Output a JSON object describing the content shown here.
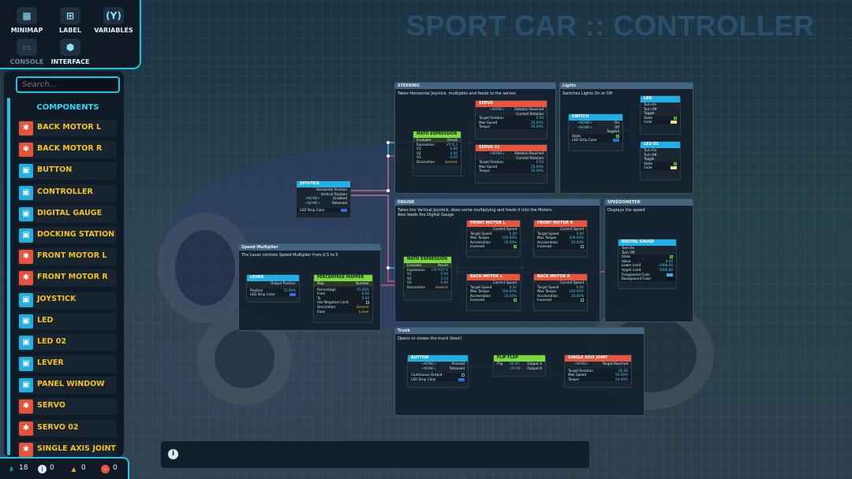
{
  "app": {
    "title": "SPORT CAR :: CONTROLLER"
  },
  "toolbar": {
    "minimap": "MINIMAP",
    "label": "LABEL",
    "variables": "VARIABLES",
    "console": "CONSOLE",
    "interface": "INTERFACE",
    "icons": {
      "minimap": "minimap-icon",
      "label": "label-add-icon",
      "variables": "variables-icon",
      "console": "console-icon",
      "interface": "interface-icon"
    }
  },
  "sidebar": {
    "search_placeholder": "Search...",
    "title": "COMPONENTS",
    "items": [
      {
        "label": "BACK MOTOR L",
        "color": "red"
      },
      {
        "label": "BACK MOTOR R",
        "color": "red"
      },
      {
        "label": "BUTTON",
        "color": "blue"
      },
      {
        "label": "CONTROLLER",
        "color": "blue"
      },
      {
        "label": "DIGITAL GAUGE",
        "color": "blue"
      },
      {
        "label": "DOCKING STATION",
        "color": "blue"
      },
      {
        "label": "FRONT MOTOR L",
        "color": "red"
      },
      {
        "label": "FRONT MOTOR R",
        "color": "red"
      },
      {
        "label": "JOYSTICK",
        "color": "blue"
      },
      {
        "label": "LED",
        "color": "blue"
      },
      {
        "label": "LED 02",
        "color": "blue"
      },
      {
        "label": "LEVER",
        "color": "blue"
      },
      {
        "label": "PANEL WINDOW",
        "color": "blue"
      },
      {
        "label": "SERVO",
        "color": "red"
      },
      {
        "label": "SERVO 02",
        "color": "red"
      },
      {
        "label": "SINGLE AXIS JOINT",
        "color": "red"
      }
    ]
  },
  "status": {
    "links": "18",
    "info": "0",
    "warnings": "0",
    "errors": "0"
  },
  "panels": {
    "steering": {
      "title": "STEERING",
      "desc": "Takes Horizontal Joystick, multiplies and feeds to the servos"
    },
    "lights": {
      "title": "Lights",
      "desc": "Switches Lights On or Off"
    },
    "engine": {
      "title": "ENGINE",
      "desc1": "Takes the Vertical Joystick, does some multiplying and feeds it into the Motors.",
      "desc2": "Also feeds the Digital Gauge"
    },
    "speedometer": {
      "title": "SPEEDOMETER",
      "desc": "Displays the speed"
    },
    "speed_multiplier": {
      "title": "Speed Multiplier",
      "desc": "The Lever controls Speed Multiplier from 0.5 to 5"
    },
    "trunk": {
      "title": "Trunk",
      "desc": "Opens or closes the trunk (boot)"
    }
  },
  "nodes": {
    "servo": {
      "title": "SERVO",
      "none": "<NONE>",
      "rotation_reached": "Rotation Reached",
      "current_rotation": "Current Rotation",
      "target_rotation": "Target Rotation",
      "target_rotation_v": "0.00",
      "max_speed": "Max Speed",
      "max_speed_v": "25.00%",
      "torque": "Torque",
      "torque_v": "50.00%"
    },
    "servo02": {
      "title": "SERVO 02",
      "none": "<NONE>",
      "rotation_reached": "Rotation Reached",
      "current_rotation": "Current Rotation",
      "target_rotation": "Target Rotation",
      "target_rotation_v": "0.00",
      "max_speed": "Max Speed",
      "max_speed_v": "25.00%",
      "torque": "Torque",
      "torque_v": "50.00%"
    },
    "math1": {
      "title": "MATH EXPRESSION",
      "evaluate": "Evaluate",
      "result": "Result",
      "expression": "Expression",
      "expression_v": "V1*0.3",
      "v1": "V1",
      "v1_v": "0.00",
      "v2": "V2",
      "v2_v": "0.00",
      "v3": "V3",
      "v3_v": "0.00",
      "decoration": "Decoration",
      "decoration_v": "Generic"
    },
    "joystick": {
      "title": "JOYSTICK",
      "hpos": "Horizontal Position",
      "vpos": "Vertical Position",
      "none": "<NONE>",
      "grabbed": "Grabbed",
      "released": "Released",
      "led": "LED Strip Color"
    },
    "switch": {
      "title": "SWITCH",
      "none": "<NONE>",
      "on": "On",
      "off": "Off",
      "toggled": "Toggled",
      "state": "State",
      "led": "LED Strip Color"
    },
    "led": {
      "title": "LED",
      "turn_on": "Turn On",
      "turn_off": "Turn Off",
      "toggle": "Toggle",
      "state": "State",
      "color": "Color"
    },
    "led02": {
      "title": "LED 02",
      "turn_on": "Turn On",
      "turn_off": "Turn Off",
      "toggle": "Toggle",
      "state": "State",
      "color": "Color"
    },
    "math2": {
      "title": "MATH EXPRESSION",
      "evaluate": "Evaluate",
      "result": "Result",
      "expression": "Expression",
      "expression_v": "(V1*V2)*4",
      "v1": "V1",
      "v1_v": "0.00",
      "v2": "V2",
      "v2_v": "3.10",
      "v3": "V3",
      "v3_v": "0.00",
      "decoration": "Decoration",
      "decoration_v": "Generic"
    },
    "fml": {
      "title": "FRONT MOTOR L",
      "current_speed": "Current Speed",
      "target_speed": "Target Speed",
      "target_speed_v": "0.00",
      "max_torque": "Max Torque",
      "max_torque_v": "100.00%",
      "acceleration": "Acceleration",
      "acceleration_v": "20.00%",
      "inversed": "Inversed"
    },
    "fmr": {
      "title": "FRONT MOTOR R",
      "current_speed": "Current Speed",
      "target_speed": "Target Speed",
      "target_speed_v": "0.00",
      "max_torque": "Max Torque",
      "max_torque_v": "100.00%",
      "acceleration": "Acceleration",
      "acceleration_v": "20.00%",
      "inversed": "Inversed"
    },
    "bml": {
      "title": "BACK MOTOR L",
      "current_speed": "Current Speed",
      "target_speed": "Target Speed",
      "target_speed_v": "0.00",
      "max_torque": "Max Torque",
      "max_torque_v": "100.00%",
      "acceleration": "Acceleration",
      "acceleration_v": "20.00%",
      "inversed": "Inversed"
    },
    "bmr": {
      "title": "BACK MOTOR R",
      "current_speed": "Current Speed",
      "target_speed": "Target Speed",
      "target_speed_v": "0.00",
      "max_torque": "Max Torque",
      "max_torque_v": "100.00%",
      "acceleration": "Acceleration",
      "acceleration_v": "20.00%",
      "inversed": "Inversed"
    },
    "gauge": {
      "title": "DIGITAL GAUGE",
      "turn_on": "Turn On",
      "turn_off": "Turn Off",
      "state": "State",
      "value": "Value",
      "value_v": "0.00",
      "lower": "Lower Limit",
      "lower_v": "-1000.00",
      "upper": "Upper Limit",
      "upper_v": "1000.00",
      "fg": "Foreground Color",
      "bg": "Background Color"
    },
    "lever": {
      "title": "LEVER",
      "output": "Output Position",
      "position": "Position",
      "position_v": "15.00%",
      "led": "LED Strip Color"
    },
    "mapper": {
      "title": "PERCENTAGE MAPPER",
      "map": "Map",
      "number": "Number",
      "percentage": "Percentage",
      "percentage_v": "15.00%",
      "from": "From",
      "from_v": "0.50",
      "to": "To",
      "to_v": "5.00",
      "neg": "Use Negative Limit",
      "decoration": "Decoration",
      "decoration_v": "Generic",
      "ease": "Ease",
      "ease_v": "Linear"
    },
    "button": {
      "title": "BUTTON",
      "none": "<NONE>",
      "pressed": "Pressed",
      "released": "Released",
      "continuous": "Continuous Output",
      "led": "LED Strip Color"
    },
    "flipflop": {
      "title": "FLIP FLOP",
      "flip": "Flip",
      "a_v": "60.00",
      "b_v": "-30.00",
      "output_a": "Output A",
      "output_b": "Output B"
    },
    "saj": {
      "title": "SINGLE AXIS JOINT",
      "none": "<NONE>",
      "target_reached": "Target Reached",
      "target_rotation": "Target Rotation",
      "target_rotation_v": "-30.00",
      "max_speed": "Max Speed",
      "max_speed_v": "50.00%",
      "torque": "Torque",
      "torque_v": "50.00%"
    }
  }
}
